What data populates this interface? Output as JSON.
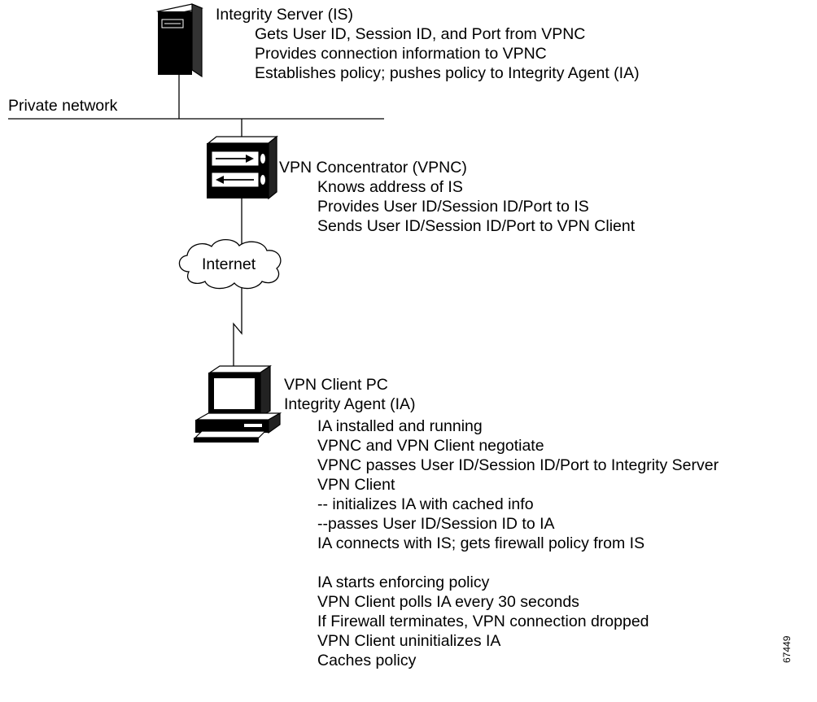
{
  "network_label": "Private network",
  "integrity_server": {
    "title": "Integrity Server (IS)",
    "lines": [
      "Gets User ID, Session ID, and Port from VPNC",
      "Provides connection information to VPNC",
      "Establishes policy; pushes policy to Integrity Agent (IA)"
    ]
  },
  "vpn_concentrator": {
    "title": "VPN Concentrator (VPNC)",
    "lines": [
      "Knows address of IS",
      "Provides User ID/Session ID/Port to IS",
      "Sends User ID/Session ID/Port to VPN Client"
    ]
  },
  "internet_label": "Internet",
  "client": {
    "title1": "VPN Client PC",
    "title2": "Integrity Agent (IA)",
    "steps": [
      "IA installed and running",
      "VPNC and VPN Client negotiate",
      "VPNC passes User ID/Session ID/Port to Integrity Server",
      "VPN Client",
      "-- initializes IA with cached info",
      "--passes User ID/Session ID to IA",
      "IA connects with IS; gets firewall policy from IS",
      "",
      "IA starts enforcing policy",
      "VPN Client polls IA every 30 seconds",
      "If Firewall terminates, VPN connection dropped",
      "VPN Client uninitializes IA",
      "Caches policy"
    ]
  },
  "figure_id": "67449",
  "icons": [
    "server-icon",
    "vpn-concentrator-icon",
    "internet-cloud-icon",
    "client-pc-icon"
  ]
}
